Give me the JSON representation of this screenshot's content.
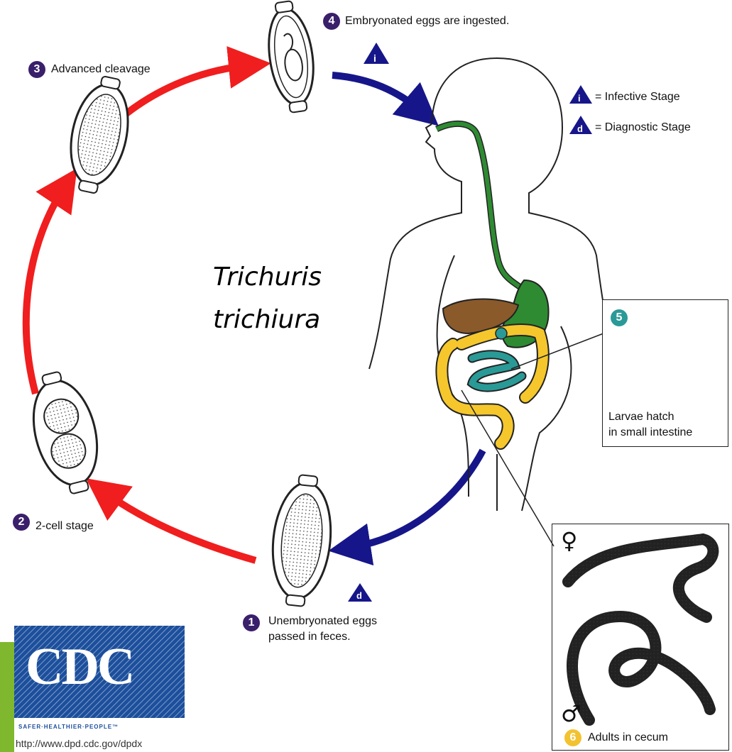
{
  "title": {
    "line1": "Trichuris",
    "line2": "trichiura"
  },
  "stages": [
    {
      "num": "1",
      "label_line1": "Unembryonated eggs",
      "label_line2": "passed in feces.",
      "color": "#3a1f6b"
    },
    {
      "num": "2",
      "label": "2-cell stage",
      "color": "#3a1f6b"
    },
    {
      "num": "3",
      "label": "Advanced cleavage",
      "color": "#3a1f6b"
    },
    {
      "num": "4",
      "label": "Embryonated eggs are ingested.",
      "color": "#3a1f6b"
    },
    {
      "num": "5",
      "label_line1": "Larvae hatch",
      "label_line2": "in small intestine",
      "color": "#2a9a97"
    },
    {
      "num": "6",
      "label": "Adults in cecum",
      "color": "#f2c230"
    }
  ],
  "legend": {
    "infective": {
      "marker": "i",
      "text": "= Infective Stage"
    },
    "diagnostic": {
      "marker": "d",
      "text": "= Diagnostic Stage"
    }
  },
  "stage_markers": {
    "infective": "i",
    "diagnostic": "d"
  },
  "sex_symbols": {
    "female": "♀",
    "male": "♂"
  },
  "logo": {
    "text": "CDC",
    "tagline": "SAFER·HEALTHIER·PEOPLE™"
  },
  "url": "http://www.dpd.cdc.gov/dpdx",
  "colors": {
    "red_arrow": "#f01e1e",
    "blue_arrow": "#16168a",
    "esophagus": "#2e8b32",
    "liver": "#8b5a2b",
    "colon": "#f5c72c",
    "small_intestine": "#2a9a97",
    "cdc_blue": "#1c4f9c",
    "accent_green": "#7fb82e"
  }
}
